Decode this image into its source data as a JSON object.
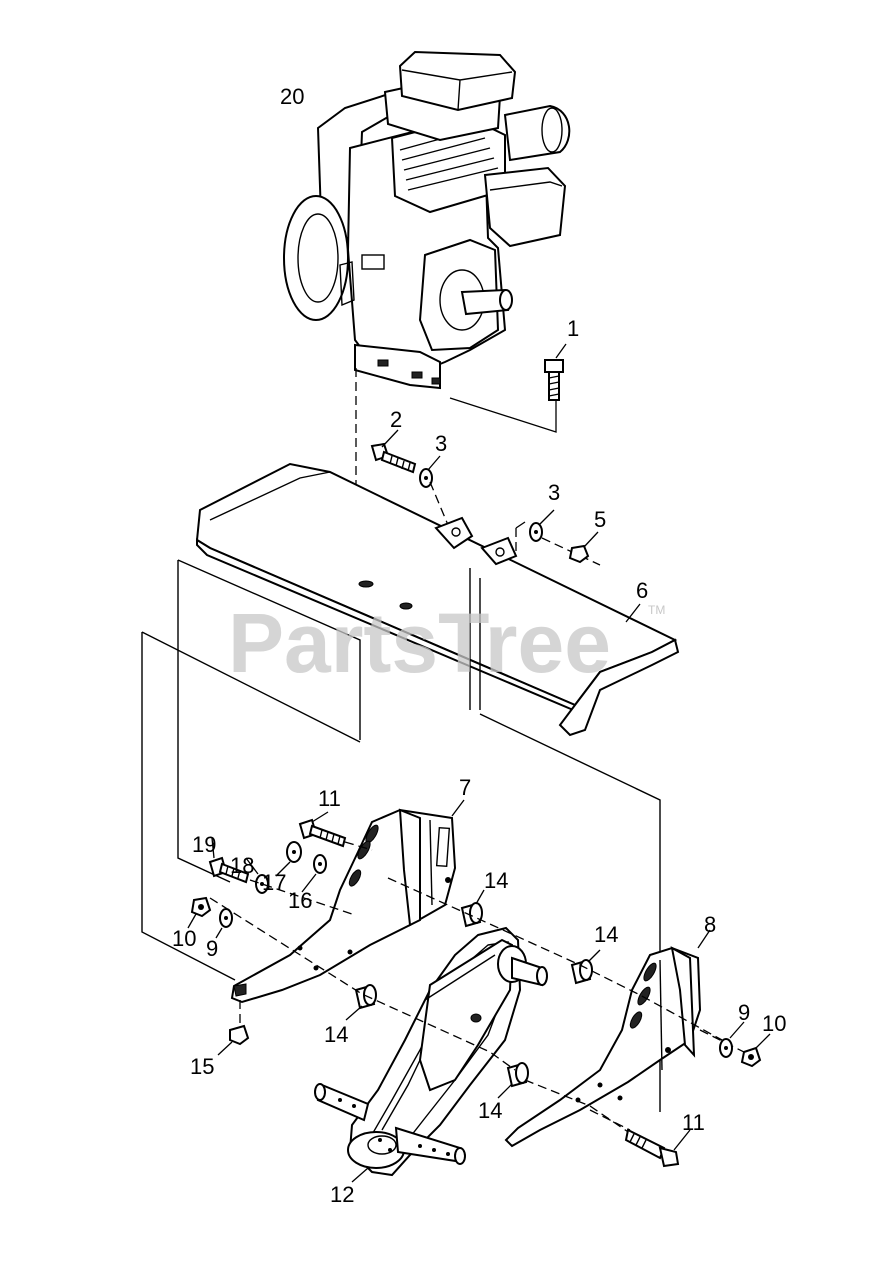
{
  "watermark": {
    "text": "PartsTree",
    "trademark": "TM"
  },
  "callouts": [
    {
      "id": "c20",
      "label": "20"
    },
    {
      "id": "c1",
      "label": "1"
    },
    {
      "id": "c2",
      "label": "2"
    },
    {
      "id": "c3a",
      "label": "3"
    },
    {
      "id": "c3b",
      "label": "3"
    },
    {
      "id": "c5",
      "label": "5"
    },
    {
      "id": "c6",
      "label": "6"
    },
    {
      "id": "c11a",
      "label": "11"
    },
    {
      "id": "c7",
      "label": "7"
    },
    {
      "id": "c19",
      "label": "19"
    },
    {
      "id": "c18",
      "label": "18"
    },
    {
      "id": "c17",
      "label": "17"
    },
    {
      "id": "c16",
      "label": "16"
    },
    {
      "id": "c14a",
      "label": "14"
    },
    {
      "id": "c10a",
      "label": "10"
    },
    {
      "id": "c9a",
      "label": "9"
    },
    {
      "id": "c14b",
      "label": "14"
    },
    {
      "id": "c8",
      "label": "8"
    },
    {
      "id": "c14c",
      "label": "14"
    },
    {
      "id": "c15",
      "label": "15"
    },
    {
      "id": "c9b",
      "label": "9"
    },
    {
      "id": "c10b",
      "label": "10"
    },
    {
      "id": "c14d",
      "label": "14"
    },
    {
      "id": "c11b",
      "label": "11"
    },
    {
      "id": "c12",
      "label": "12"
    }
  ]
}
